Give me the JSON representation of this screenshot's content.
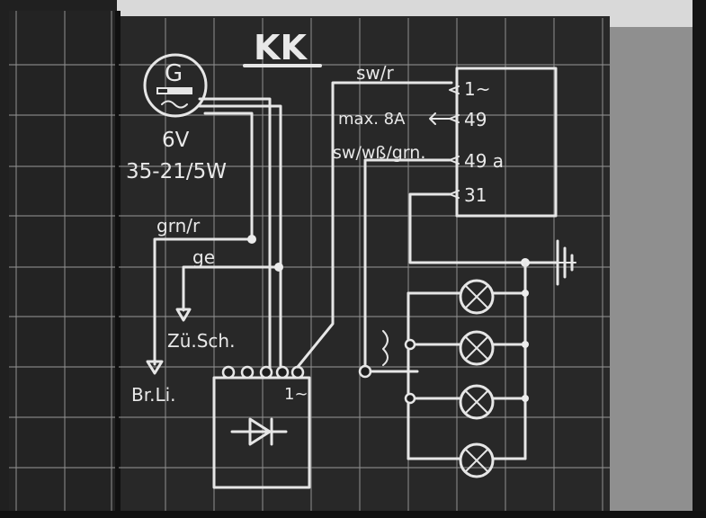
{
  "title": "KK",
  "generator": {
    "symbol": "G",
    "voltage": "6V",
    "wattage": "35-21/5W"
  },
  "wire_labels": {
    "green_red": "grn/r",
    "yellow": "ge",
    "black_red": "sw/r",
    "black_white_green": "sw/wß/grn."
  },
  "destinations": {
    "ignition_switch": "Zü.Sch.",
    "brake_light": "Br.Li."
  },
  "fuse_note": "max. 8A",
  "terminals": [
    "1~",
    "49",
    "49 a",
    "31"
  ],
  "rectifier_terminal": "1~",
  "lamp_count": 4
}
